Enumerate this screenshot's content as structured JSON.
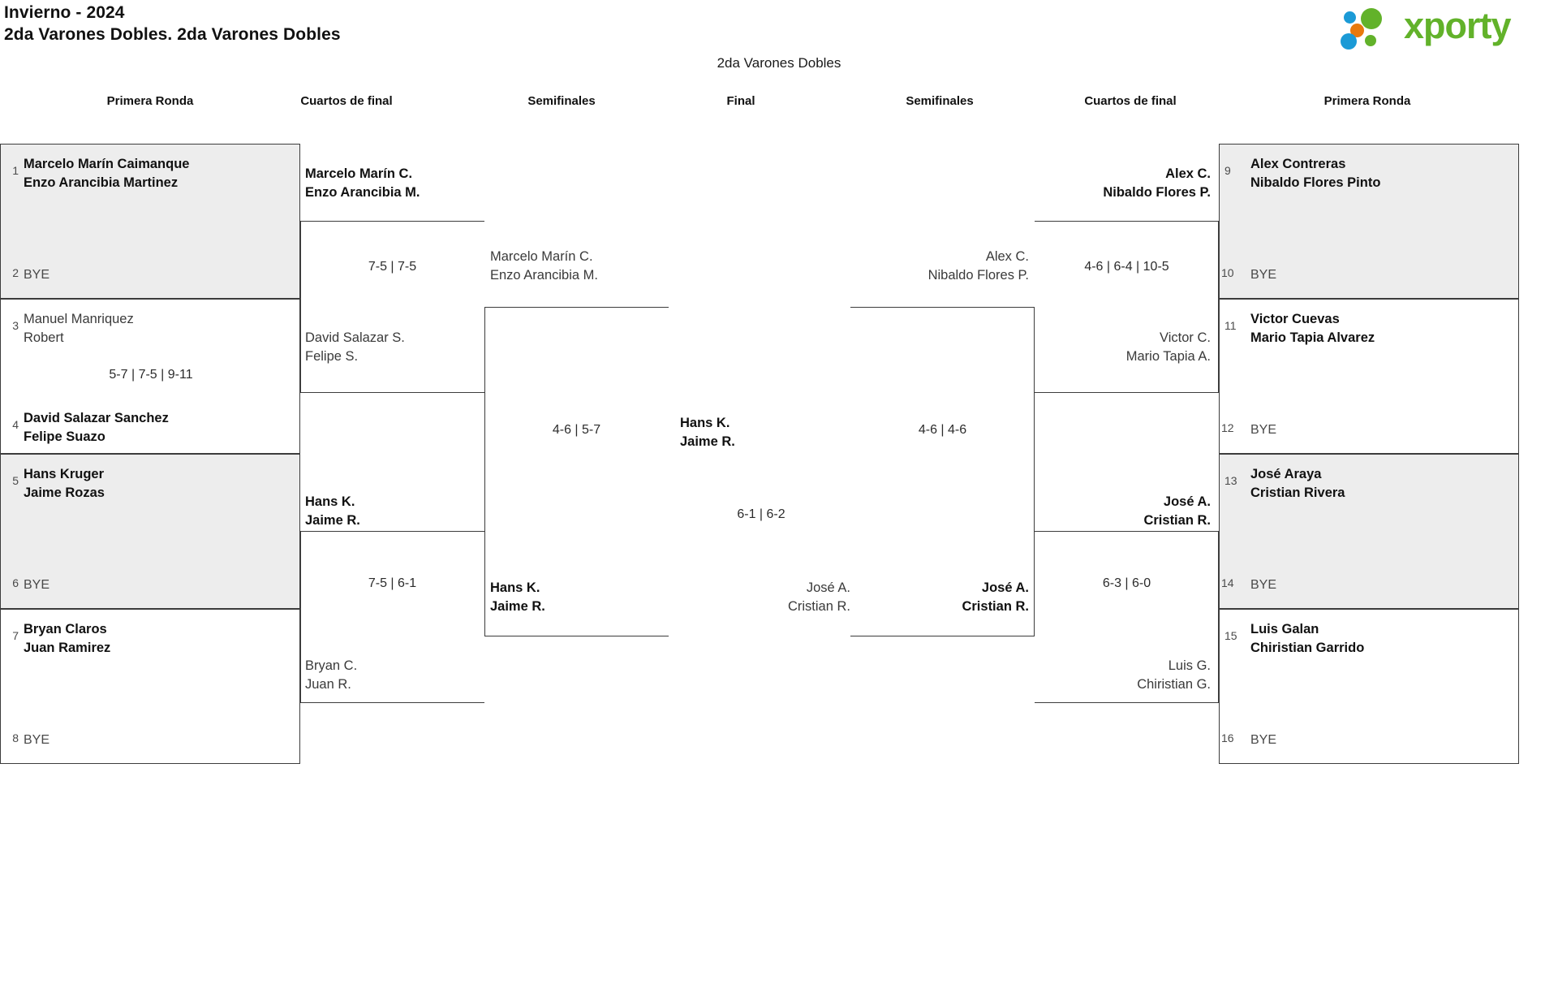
{
  "header": {
    "title_line_1": "Invierno - 2024",
    "title_line_2": "2da Varones Dobles. 2da Varones Dobles",
    "logo_text": "xporty",
    "logo_colors": {
      "green": "#62b22a",
      "blue": "#1b9ad6",
      "orange": "#e8790d"
    }
  },
  "bracket_title": "2da Varones Dobles",
  "round_headers": {
    "left_r1": "Primera Ronda",
    "left_qf": "Cuartos de final",
    "left_sf": "Semifinales",
    "final": "Final",
    "right_sf": "Semifinales",
    "right_qf": "Cuartos de final",
    "right_r1": "Primera Ronda"
  },
  "chart_data": {
    "type": "bracket",
    "title": "2da Varones Dobles",
    "size": 16,
    "rounds": [
      "Primera Ronda",
      "Cuartos de final",
      "Semifinales",
      "Final"
    ]
  },
  "left": {
    "seeds": [
      {
        "num": "1",
        "line1": "Marcelo Marín Caimanque",
        "line2": "Enzo Arancibia Martinez",
        "state": "win",
        "shaded": true
      },
      {
        "num": "2",
        "line1": "BYE",
        "line2": "",
        "state": "bye",
        "shaded": true
      },
      {
        "num": "3",
        "line1": "Manuel Manriquez",
        "line2": "Robert",
        "state": "lose",
        "shaded": false
      },
      {
        "num": "4",
        "line1": "David Salazar Sanchez",
        "line2": "Felipe Suazo",
        "state": "win",
        "shaded": false
      },
      {
        "num": "5",
        "line1": "Hans Kruger",
        "line2": "Jaime Rozas",
        "state": "win",
        "shaded": true
      },
      {
        "num": "6",
        "line1": "BYE",
        "line2": "",
        "state": "bye",
        "shaded": true
      },
      {
        "num": "7",
        "line1": "Bryan Claros",
        "line2": "Juan Ramirez",
        "state": "win",
        "shaded": false
      },
      {
        "num": "8",
        "line1": "BYE",
        "line2": "",
        "state": "bye",
        "shaded": false
      }
    ],
    "r1_scores": [
      "",
      "5-7 | 7-5 | 9-11",
      "",
      ""
    ],
    "qf": [
      {
        "line1": "Marcelo Marín C.",
        "line2": "Enzo Arancibia M.",
        "state": "win"
      },
      {
        "line1": "David Salazar S.",
        "line2": "Felipe S.",
        "state": "lose"
      },
      {
        "line1": "Hans K.",
        "line2": "Jaime R.",
        "state": "win"
      },
      {
        "line1": "Bryan C.",
        "line2": "Juan R.",
        "state": "lose"
      }
    ],
    "qf_scores": [
      "7-5 | 7-5",
      "7-5 | 6-1"
    ],
    "sf": [
      {
        "line1": "Marcelo Marín C.",
        "line2": "Enzo Arancibia M.",
        "state": "lose"
      },
      {
        "line1": "Hans K.",
        "line2": "Jaime R.",
        "state": "win"
      }
    ],
    "sf_score": "4-6 | 5-7"
  },
  "final": {
    "top": {
      "line1": "Hans K.",
      "line2": "Jaime R.",
      "state": "win"
    },
    "bottom": {
      "line1": "José A.",
      "line2": "Cristian R.",
      "state": "lose"
    },
    "score": "6-1 | 6-2"
  },
  "right": {
    "seeds": [
      {
        "num": "9",
        "line1": "Alex Contreras",
        "line2": "Nibaldo Flores Pinto",
        "state": "win",
        "shaded": true
      },
      {
        "num": "10",
        "line1": "BYE",
        "line2": "",
        "state": "bye",
        "shaded": true
      },
      {
        "num": "11",
        "line1": "Victor Cuevas",
        "line2": "Mario Tapia Alvarez",
        "state": "win",
        "shaded": false
      },
      {
        "num": "12",
        "line1": "BYE",
        "line2": "",
        "state": "bye",
        "shaded": false
      },
      {
        "num": "13",
        "line1": "José Araya",
        "line2": "Cristian Rivera",
        "state": "win",
        "shaded": true
      },
      {
        "num": "14",
        "line1": "BYE",
        "line2": "",
        "state": "bye",
        "shaded": true
      },
      {
        "num": "15",
        "line1": "Luis Galan",
        "line2": "Chiristian Garrido",
        "state": "win",
        "shaded": false
      },
      {
        "num": "16",
        "line1": "BYE",
        "line2": "",
        "state": "bye",
        "shaded": false
      }
    ],
    "qf": [
      {
        "line1": "Alex C.",
        "line2": "Nibaldo Flores P.",
        "state": "win"
      },
      {
        "line1": "Victor C.",
        "line2": "Mario Tapia A.",
        "state": "lose"
      },
      {
        "line1": "José A.",
        "line2": "Cristian R.",
        "state": "win"
      },
      {
        "line1": "Luis G.",
        "line2": "Chiristian G.",
        "state": "lose"
      }
    ],
    "qf_scores": [
      "4-6 | 6-4 | 10-5",
      "6-3 | 6-0"
    ],
    "sf": [
      {
        "line1": "Alex C.",
        "line2": "Nibaldo Flores P.",
        "state": "lose"
      },
      {
        "line1": "José A.",
        "line2": "Cristian R.",
        "state": "win"
      }
    ],
    "sf_score": "4-6 | 4-6"
  }
}
